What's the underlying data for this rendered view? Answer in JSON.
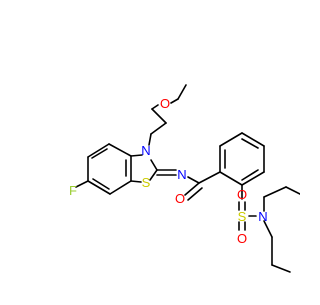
{
  "molecule": {
    "atom_labels": {
      "fluorine": "F",
      "ring_nitrogen": "N",
      "ring_sulfur": "S",
      "imine_nitrogen": "N",
      "carbonyl_oxygen": "O",
      "ether_oxygen": "O",
      "sulfonyl_sulfur": "S",
      "sulfonyl_oxygen_top": "O",
      "sulfonyl_oxygen_bottom": "O",
      "piperidine_nitrogen": "N"
    },
    "colors": {
      "carbon_bond": "#000000",
      "fluorine": "#9ACD32",
      "nitrogen": "#0000FF",
      "sulfur": "#CCCC00",
      "oxygen": "#FF0000"
    }
  }
}
